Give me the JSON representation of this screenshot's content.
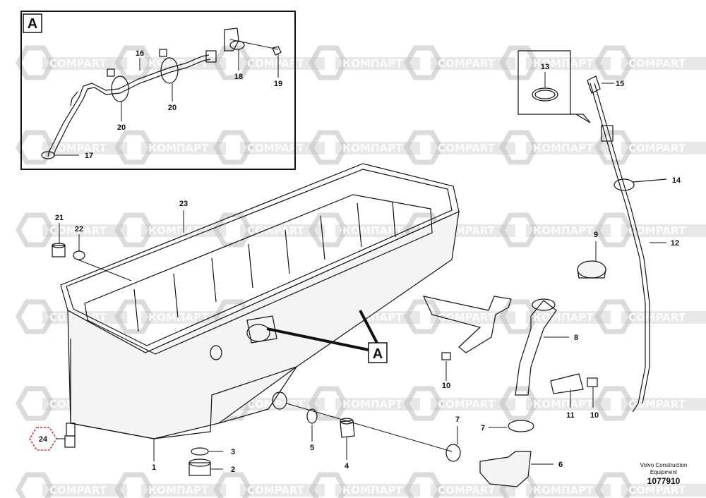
{
  "watermark": {
    "latin": "COMPART",
    "cyrillic": "КОМПАРТ",
    "color": "#bdbdbd"
  },
  "detail": {
    "letter": "A",
    "callout_letter": "A"
  },
  "callouts": {
    "c1": "1",
    "c2": "2",
    "c3": "3",
    "c4": "4",
    "c5": "5",
    "c6": "6",
    "c7": "7",
    "c7b": "7",
    "c8": "8",
    "c9": "9",
    "c10a": "10",
    "c10b": "10",
    "c11": "11",
    "c12": "12",
    "c13": "13",
    "c14": "14",
    "c15": "15",
    "c16": "16",
    "c17": "17",
    "c18": "18",
    "c19": "19",
    "c20a": "20",
    "c20b": "20",
    "c21": "21",
    "c22": "22",
    "c23": "23",
    "c24": "24"
  },
  "footer": {
    "maker_line1": "Volvo Construction",
    "maker_line2": "Equipment",
    "doc_number": "1077910"
  },
  "colors": {
    "ink": "#111111",
    "highlight": "#d23030"
  }
}
